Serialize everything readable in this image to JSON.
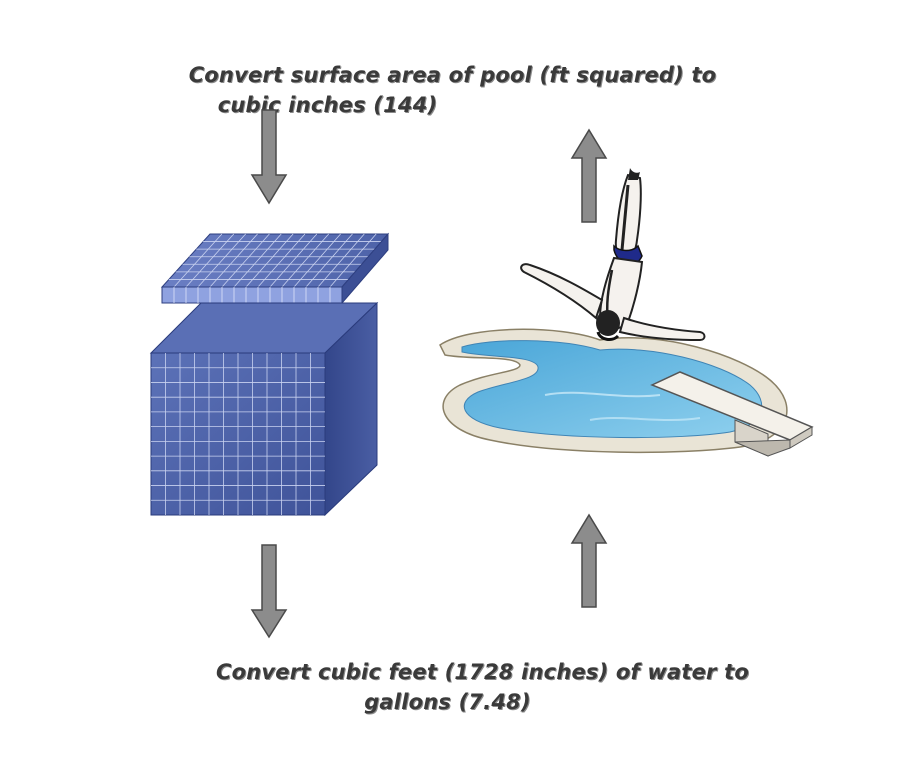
{
  "top_caption": {
    "line1": "Convert surface area of pool (ft squared) to",
    "line2": "cubic inches (144)"
  },
  "bottom_caption": {
    "line1": "Convert cubic feet (1728 inches) of water to",
    "line2": "gallons (7.48)"
  },
  "colors": {
    "arrow_fill": "#8c8c8c",
    "arrow_stroke": "#4a4a4a",
    "cube_front": "#4f64a8",
    "cube_top": "#5a6fb5",
    "cube_side": "#2f4184",
    "grid_line": "#c9d2f0",
    "water": "#66b8e3",
    "pool_edge": "#e9e4d6"
  },
  "icons": [
    "down-arrow-icon",
    "up-arrow-icon",
    "grid-cube-icon",
    "pool-icon",
    "diver-icon",
    "diving-board-icon"
  ]
}
